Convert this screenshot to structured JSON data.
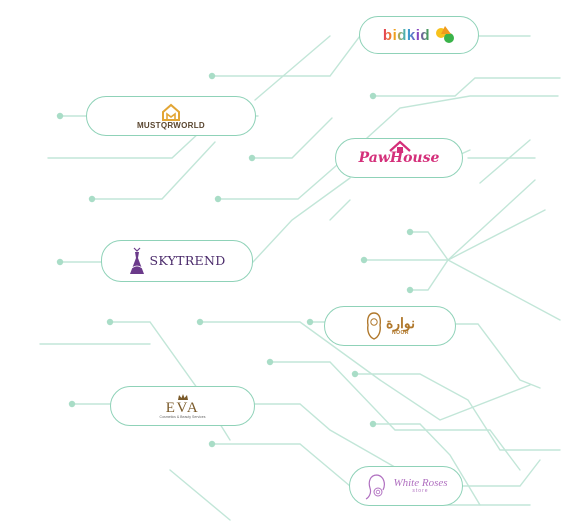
{
  "colors": {
    "line": "#c2e6d8",
    "node": "#a9ddc7",
    "pill_border": "#8fd2b8"
  },
  "brands": [
    {
      "id": "bidkid",
      "name": "bidkid"
    },
    {
      "id": "mustqrworld",
      "name": "MUSTQRWORLD"
    },
    {
      "id": "pawhouse",
      "name": "PawHouse"
    },
    {
      "id": "skytrend",
      "name": "SKYTREND"
    },
    {
      "id": "nawara",
      "name": "نوارة",
      "subtitle": "NOOR"
    },
    {
      "id": "eva",
      "name": "EVA",
      "subtitle": "Cosmetics & Beauty Services"
    },
    {
      "id": "whiterose",
      "name": "White Roses",
      "subtitle": "store"
    }
  ]
}
